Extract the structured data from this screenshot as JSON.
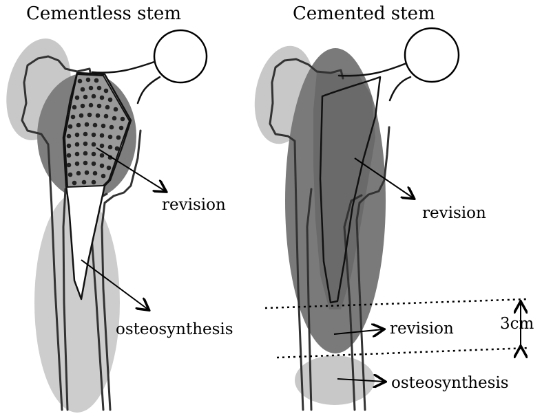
{
  "left_panel": {
    "title": "Cementless stem",
    "labels": {
      "revision": "revision",
      "osteosynthesis": "osteosynthesis"
    }
  },
  "right_panel": {
    "title": "Cemented stem",
    "labels": {
      "revision_upper": "revision",
      "revision_lower": "revision",
      "osteosynthesis": "osteosynthesis",
      "measurement": "3cm"
    }
  },
  "colors": {
    "light_zone": "#c8c8c8",
    "dark_zone": "#7a7a7a",
    "dots": "#222222"
  }
}
